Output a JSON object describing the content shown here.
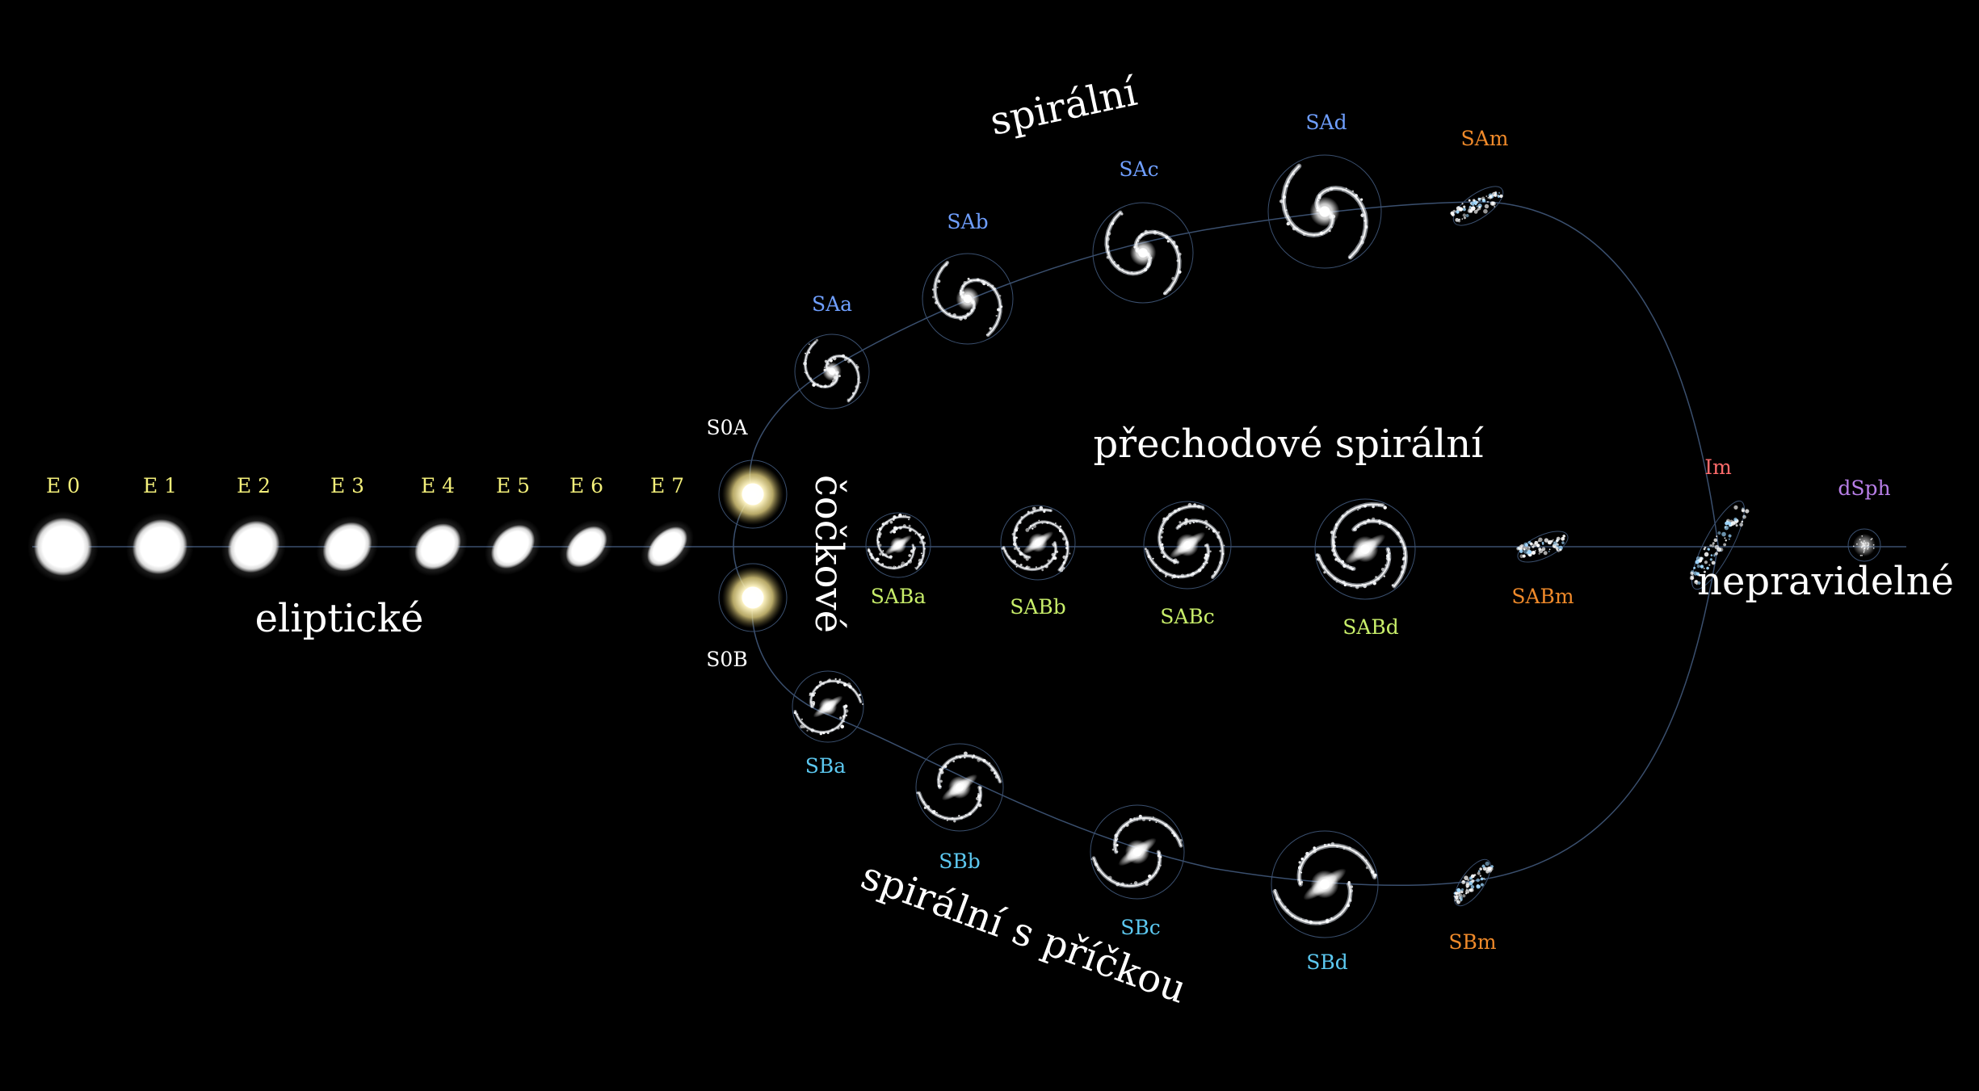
{
  "group_labels": {
    "elliptical": "eliptické",
    "spiral": "spirální",
    "intermediate": "přechodové spirální",
    "lenticular": "čočkové",
    "barred": "spirální s příčkou",
    "irregular": "nepravidelné"
  },
  "galaxies": [
    {
      "id": "E0",
      "label": "E 0",
      "kind": "elliptical",
      "ellipticity": 0.0
    },
    {
      "id": "E1",
      "label": "E 1",
      "kind": "elliptical",
      "ellipticity": 0.1
    },
    {
      "id": "E2",
      "label": "E 2",
      "kind": "elliptical",
      "ellipticity": 0.2
    },
    {
      "id": "E3",
      "label": "E 3",
      "kind": "elliptical",
      "ellipticity": 0.3
    },
    {
      "id": "E4",
      "label": "E 4",
      "kind": "elliptical",
      "ellipticity": 0.4
    },
    {
      "id": "E5",
      "label": "E 5",
      "kind": "elliptical",
      "ellipticity": 0.5
    },
    {
      "id": "E6",
      "label": "E 6",
      "kind": "elliptical",
      "ellipticity": 0.6
    },
    {
      "id": "E7",
      "label": "E 7",
      "kind": "elliptical",
      "ellipticity": 0.7
    },
    {
      "id": "S0A",
      "label": "S0A",
      "kind": "lenticular"
    },
    {
      "id": "S0B",
      "label": "S0B",
      "kind": "lenticular"
    },
    {
      "id": "SAa",
      "label": "SAa",
      "kind": "spiral"
    },
    {
      "id": "SAb",
      "label": "SAb",
      "kind": "spiral"
    },
    {
      "id": "SAc",
      "label": "SAc",
      "kind": "spiral"
    },
    {
      "id": "SAd",
      "label": "SAd",
      "kind": "spiral"
    },
    {
      "id": "SAm",
      "label": "SAm",
      "kind": "magellanic"
    },
    {
      "id": "SABa",
      "label": "SABa",
      "kind": "intermediate"
    },
    {
      "id": "SABb",
      "label": "SABb",
      "kind": "intermediate"
    },
    {
      "id": "SABc",
      "label": "SABc",
      "kind": "intermediate"
    },
    {
      "id": "SABd",
      "label": "SABd",
      "kind": "intermediate"
    },
    {
      "id": "SABm",
      "label": "SABm",
      "kind": "magellanic"
    },
    {
      "id": "SBa",
      "label": "SBa",
      "kind": "barred"
    },
    {
      "id": "SBb",
      "label": "SBb",
      "kind": "barred"
    },
    {
      "id": "SBc",
      "label": "SBc",
      "kind": "barred"
    },
    {
      "id": "SBd",
      "label": "SBd",
      "kind": "barred"
    },
    {
      "id": "SBm",
      "label": "SBm",
      "kind": "magellanic"
    },
    {
      "id": "Im",
      "label": "Im",
      "kind": "irregular"
    },
    {
      "id": "dSph",
      "label": "dSph",
      "kind": "dwarf"
    }
  ],
  "colors": {
    "background": "#000000",
    "guide_line": "#3a4f6e",
    "elliptical_label": "#f3ef7a",
    "spiral_label": "#6f9fff",
    "intermediate_label": "#c8ee6a",
    "barred_label": "#5cc8f0",
    "magellanic_label": "#f08a2a",
    "irregular_label": "#ff6b6b",
    "dwarf_label": "#b87fe8",
    "lenticular_label": "#ffffff",
    "group_label": "#ffffff"
  }
}
